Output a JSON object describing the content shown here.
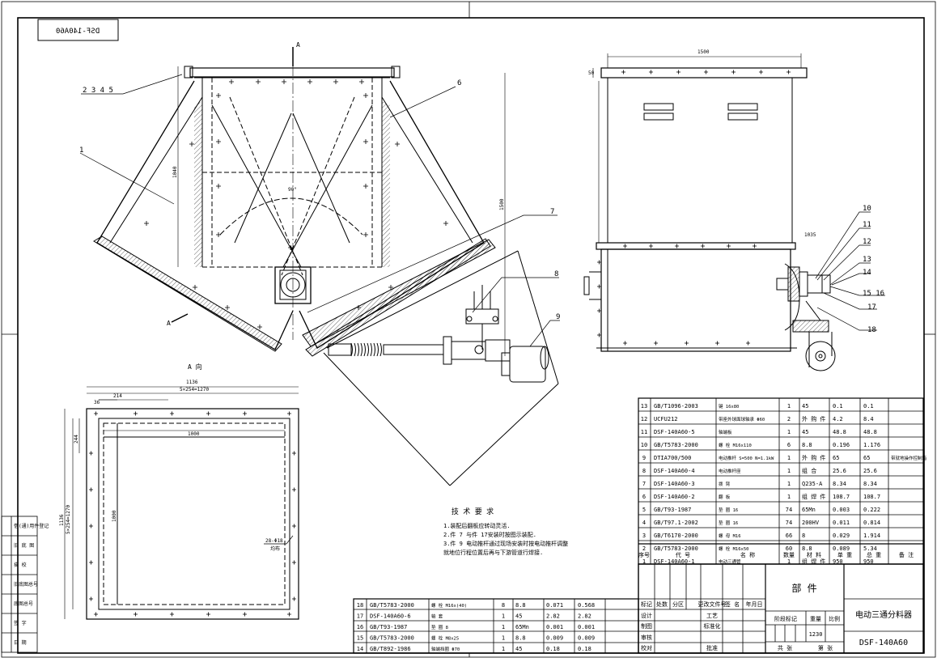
{
  "drawing_code_mirrored": "DSF-140A60",
  "technical_requirements": {
    "title": "技 术 要 求",
    "lines": [
      "1.装配后翻板应转动灵活.",
      "2.件 7 与件 17安装时按图示装配.",
      "3.件 9 电动推杆通过现场安装时按电动推杆调整",
      "   就地位行程位置后再与下游管道行焊接."
    ]
  },
  "leaders": [
    "2 3 4 5",
    "6",
    "1",
    "7",
    "8",
    "9",
    "10",
    "11",
    "12",
    "13",
    "14",
    "15 16",
    "17",
    "18"
  ],
  "section_label": "A",
  "view_a_label": "A 向",
  "dims": {
    "top_width": "1500",
    "top_left": "50",
    "right_side": "1500",
    "left_side": "1040",
    "gate_dim": "1035",
    "va_width": "1136",
    "va_inner": "5×254=1270",
    "va_inner2": "1000",
    "va_left": "1136",
    "va_left2": "5×254=1270",
    "va_small1": "244",
    "va_small2": "214",
    "va_small3": "1000",
    "va_small4": "36",
    "va_note": "28-Φ18",
    "va_note2": "均布",
    "mid_angle": "90°"
  },
  "bom_upper": {
    "header": [
      "序号",
      "代    号",
      "名    称",
      "数量",
      "材  料",
      "单  重",
      "总  重",
      "备  注"
    ],
    "rows": [
      [
        "13",
        "GB/T1096-2003",
        "键 16x80",
        "1",
        "45",
        "0.1",
        "0.1",
        ""
      ],
      [
        "12",
        "UCFU212",
        "带座外球面球轴承 Φ60",
        "2",
        "外 购 件",
        "4.2",
        "8.4",
        ""
      ],
      [
        "11",
        "DSF-140A60-5",
        "轴端板",
        "1",
        "45",
        "48.8",
        "48.8",
        ""
      ],
      [
        "10",
        "GB/T5783-2000",
        "螺 栓 M16x110",
        "6",
        "8.8",
        "0.196",
        "1.176",
        ""
      ],
      [
        "9",
        "DTIA700/500",
        "电动推杆 S=500 N=1.1kW",
        "1",
        "外 购 件",
        "65",
        "65",
        "带就地操作控制箱"
      ],
      [
        "8",
        "DSF-140A60-4",
        "电动推杆座",
        "1",
        "组 合",
        "25.6",
        "25.6",
        ""
      ],
      [
        "7",
        "DSF-140A60-3",
        "拨 臂",
        "1",
        "Q235-A",
        "8.34",
        "8.34",
        ""
      ],
      [
        "6",
        "DSF-140A60-2",
        "翻 板",
        "1",
        "组 焊 件",
        "108.7",
        "108.7",
        ""
      ],
      [
        "5",
        "GB/T93-1987",
        "垫 圈 16",
        "74",
        "65Mn",
        "0.003",
        "0.222",
        ""
      ],
      [
        "4",
        "GB/T97.1-2002",
        "垫 圈 16",
        "74",
        "200HV",
        "0.011",
        "0.814",
        ""
      ],
      [
        "3",
        "GB/T6170-2000",
        "螺 母 M16",
        "66",
        "8",
        "0.029",
        "1.914",
        ""
      ],
      [
        "2",
        "GB/T5783-2000",
        "螺 栓 M16x50",
        "60",
        "8.8",
        "0.089",
        "5.34",
        ""
      ],
      [
        "1",
        "DSF-140A60-1",
        "电动三通管",
        "1",
        "组 焊 件",
        "950",
        "950",
        ""
      ]
    ]
  },
  "bom_lower": {
    "rows": [
      [
        "18",
        "GB/T5783-2000",
        "螺 栓 M16x(40)",
        "8",
        "8.8",
        "0.071",
        "0.568"
      ],
      [
        "17",
        "DSF-140A60-6",
        "轴 套",
        "1",
        "45",
        "2.82",
        "2.82"
      ],
      [
        "16",
        "GB/T93-1987",
        "垫 圈 8",
        "1",
        "65Mn",
        "0.001",
        "0.001"
      ],
      [
        "15",
        "GB/T5783-2000",
        "螺 栓 M8x25",
        "1",
        "8.8",
        "0.009",
        "0.009"
      ],
      [
        "14",
        "GB/T892-1986",
        "轴端挡圈 Φ70",
        "1",
        "45",
        "0.18",
        "0.18"
      ]
    ]
  },
  "title_block": {
    "part_label": "部    件",
    "change_headers": [
      "标记",
      "处数",
      "分区",
      "更改文件号",
      "签 名",
      "年月日"
    ],
    "left_rows": [
      "设计",
      "制图",
      "审核",
      "校对"
    ],
    "mid_rows": [
      "工艺",
      "标准化",
      "",
      "批准"
    ],
    "stage_label": "阶段标记",
    "weight_label": "重量",
    "scale_label": "比例",
    "weight_value": "1230",
    "sheet_total": "共    张",
    "sheet_no": "第    张",
    "product_name": "电动三通分料器",
    "drawing_number": "DSF-140A60"
  },
  "left_margin": [
    "借(通)用件登记",
    "旧 底 图",
    "描    校",
    "旧底图总号",
    "底图总号",
    "签    字",
    "日    期"
  ]
}
